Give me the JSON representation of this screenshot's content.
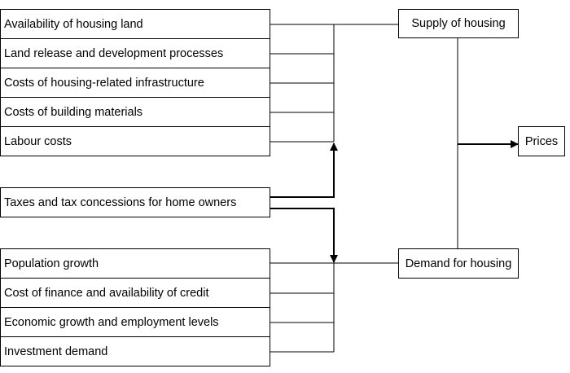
{
  "supply_factors": [
    "Availability of housing land",
    "Land release and development processes",
    "Costs of housing-related infrastructure",
    "Costs of building materials",
    "Labour costs"
  ],
  "shared_factor": "Taxes and tax concessions for home owners",
  "demand_factors": [
    "Population growth",
    "Cost of finance and availability of credit",
    "Economic growth and employment levels",
    "Investment demand"
  ],
  "supply_node": "Supply of housing",
  "demand_node": "Demand for housing",
  "outcome_node": "Prices"
}
